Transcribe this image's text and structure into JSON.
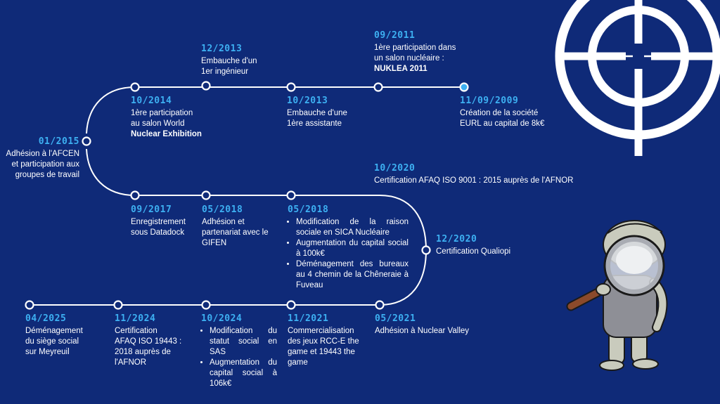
{
  "colors": {
    "background": "#0f2a78",
    "date": "#3db0f2",
    "line": "#ffffff",
    "node_active": "#3db0f2"
  },
  "events": [
    {
      "id": "e2009",
      "date": "11/09/2009",
      "lines": [
        "Création de la société",
        "EURL au capital de 8k€"
      ]
    },
    {
      "id": "e2011",
      "date": "09/2011",
      "lines": [
        "1ère participation dans",
        "un salon nucléaire :",
        "NUKLEA 2011"
      ]
    },
    {
      "id": "e2013a",
      "date": "10/2013",
      "lines": [
        "Embauche d'une",
        "1ère assistante"
      ]
    },
    {
      "id": "e2013b",
      "date": "12/2013",
      "lines": [
        "Embauche d'un",
        "1er ingénieur"
      ]
    },
    {
      "id": "e2014",
      "date": "10/2014",
      "lines": [
        "1ère participation",
        "au salon World",
        "Nuclear Exhibition"
      ]
    },
    {
      "id": "e2015",
      "date": "01/2015",
      "lines": [
        "Adhésion à l'AFCEN",
        "et participation aux",
        "groupes de travail"
      ]
    },
    {
      "id": "e2017",
      "date": "09/2017",
      "lines": [
        "Enregistrement",
        "sous Datadock"
      ]
    },
    {
      "id": "e2018a",
      "date": "05/2018",
      "lines": [
        "Adhésion et",
        "partenariat avec le",
        "GIFEN"
      ]
    },
    {
      "id": "e2018b",
      "date": "05/2018",
      "bullets": [
        "Modification de la raison sociale en SICA Nucléaire",
        "Augmentation du capital social à 100k€",
        "Déménagement des bureaux au 4 chemin de la Chêneraie à Fuveau"
      ]
    },
    {
      "id": "e2020a",
      "date": "10/2020",
      "lines": [
        "Certification AFAQ ISO 9001 : 2015 auprès de l'AFNOR"
      ]
    },
    {
      "id": "e2020b",
      "date": "12/2020",
      "lines": [
        "Certification Qualiopi"
      ]
    },
    {
      "id": "e2021a",
      "date": "05/2021",
      "lines": [
        "Adhésion à Nuclear Valley"
      ]
    },
    {
      "id": "e2021b",
      "date": "11/2021",
      "lines": [
        "Commercialisation",
        "des jeux RCC-E the",
        "game et 19443 the",
        "game"
      ]
    },
    {
      "id": "e2024a",
      "date": "10/2024",
      "bullets": [
        "Modification du statut social en SAS",
        "Augmentation du capital social à 106k€"
      ]
    },
    {
      "id": "e2024b",
      "date": "11/2024",
      "lines": [
        "Certification",
        "AFAQ ISO 19443 :",
        "2018 auprès de",
        "l'AFNOR"
      ]
    },
    {
      "id": "e2025",
      "date": "04/2025",
      "lines": [
        "Déménagement",
        "du siège social",
        "sur Meyreuil"
      ]
    }
  ]
}
